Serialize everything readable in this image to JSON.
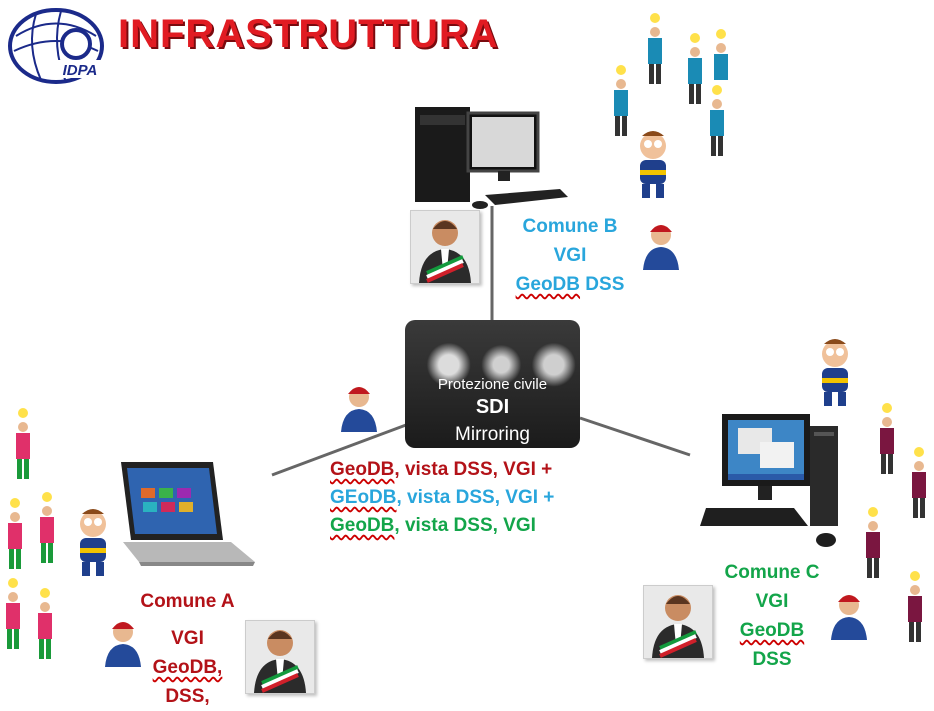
{
  "title": "INFRASTRUTTURA",
  "logo_text": "IDPA",
  "hub": {
    "line1": "Protezione civile",
    "line2": "SDI",
    "line3": "Mirroring"
  },
  "middle_lines": [
    {
      "db": "GeoDB",
      "rest": ", vista DSS,  VGI +"
    },
    {
      "db": "GEoDB",
      "rest": ", vista DSS,  VGI +"
    },
    {
      "db": "GeoDB",
      "rest": ", vista DSS,  VGI"
    }
  ],
  "comune_a": {
    "name": "Comune A",
    "l1": "VGI",
    "l2": "GeoDB,",
    "l3": "DSS,"
  },
  "comune_b": {
    "name": "Comune B",
    "l1": "VGI",
    "l2a": "GeoDB",
    "l2b": " DSS"
  },
  "comune_c": {
    "name": "Comune C",
    "l1": "VGI",
    "l2": "GeoDB",
    "l3": "DSS"
  },
  "colors": {
    "a": "#b31218",
    "b": "#29a6dc",
    "c": "#13a54a",
    "title": "#e11b22"
  },
  "icons": [
    "logo-icon",
    "desktop-computer-icon",
    "laptop-icon",
    "mayor-avatar-icon",
    "user-avatar-icon",
    "citizen-icon",
    "mascot-icon",
    "lightbulb-icon"
  ]
}
